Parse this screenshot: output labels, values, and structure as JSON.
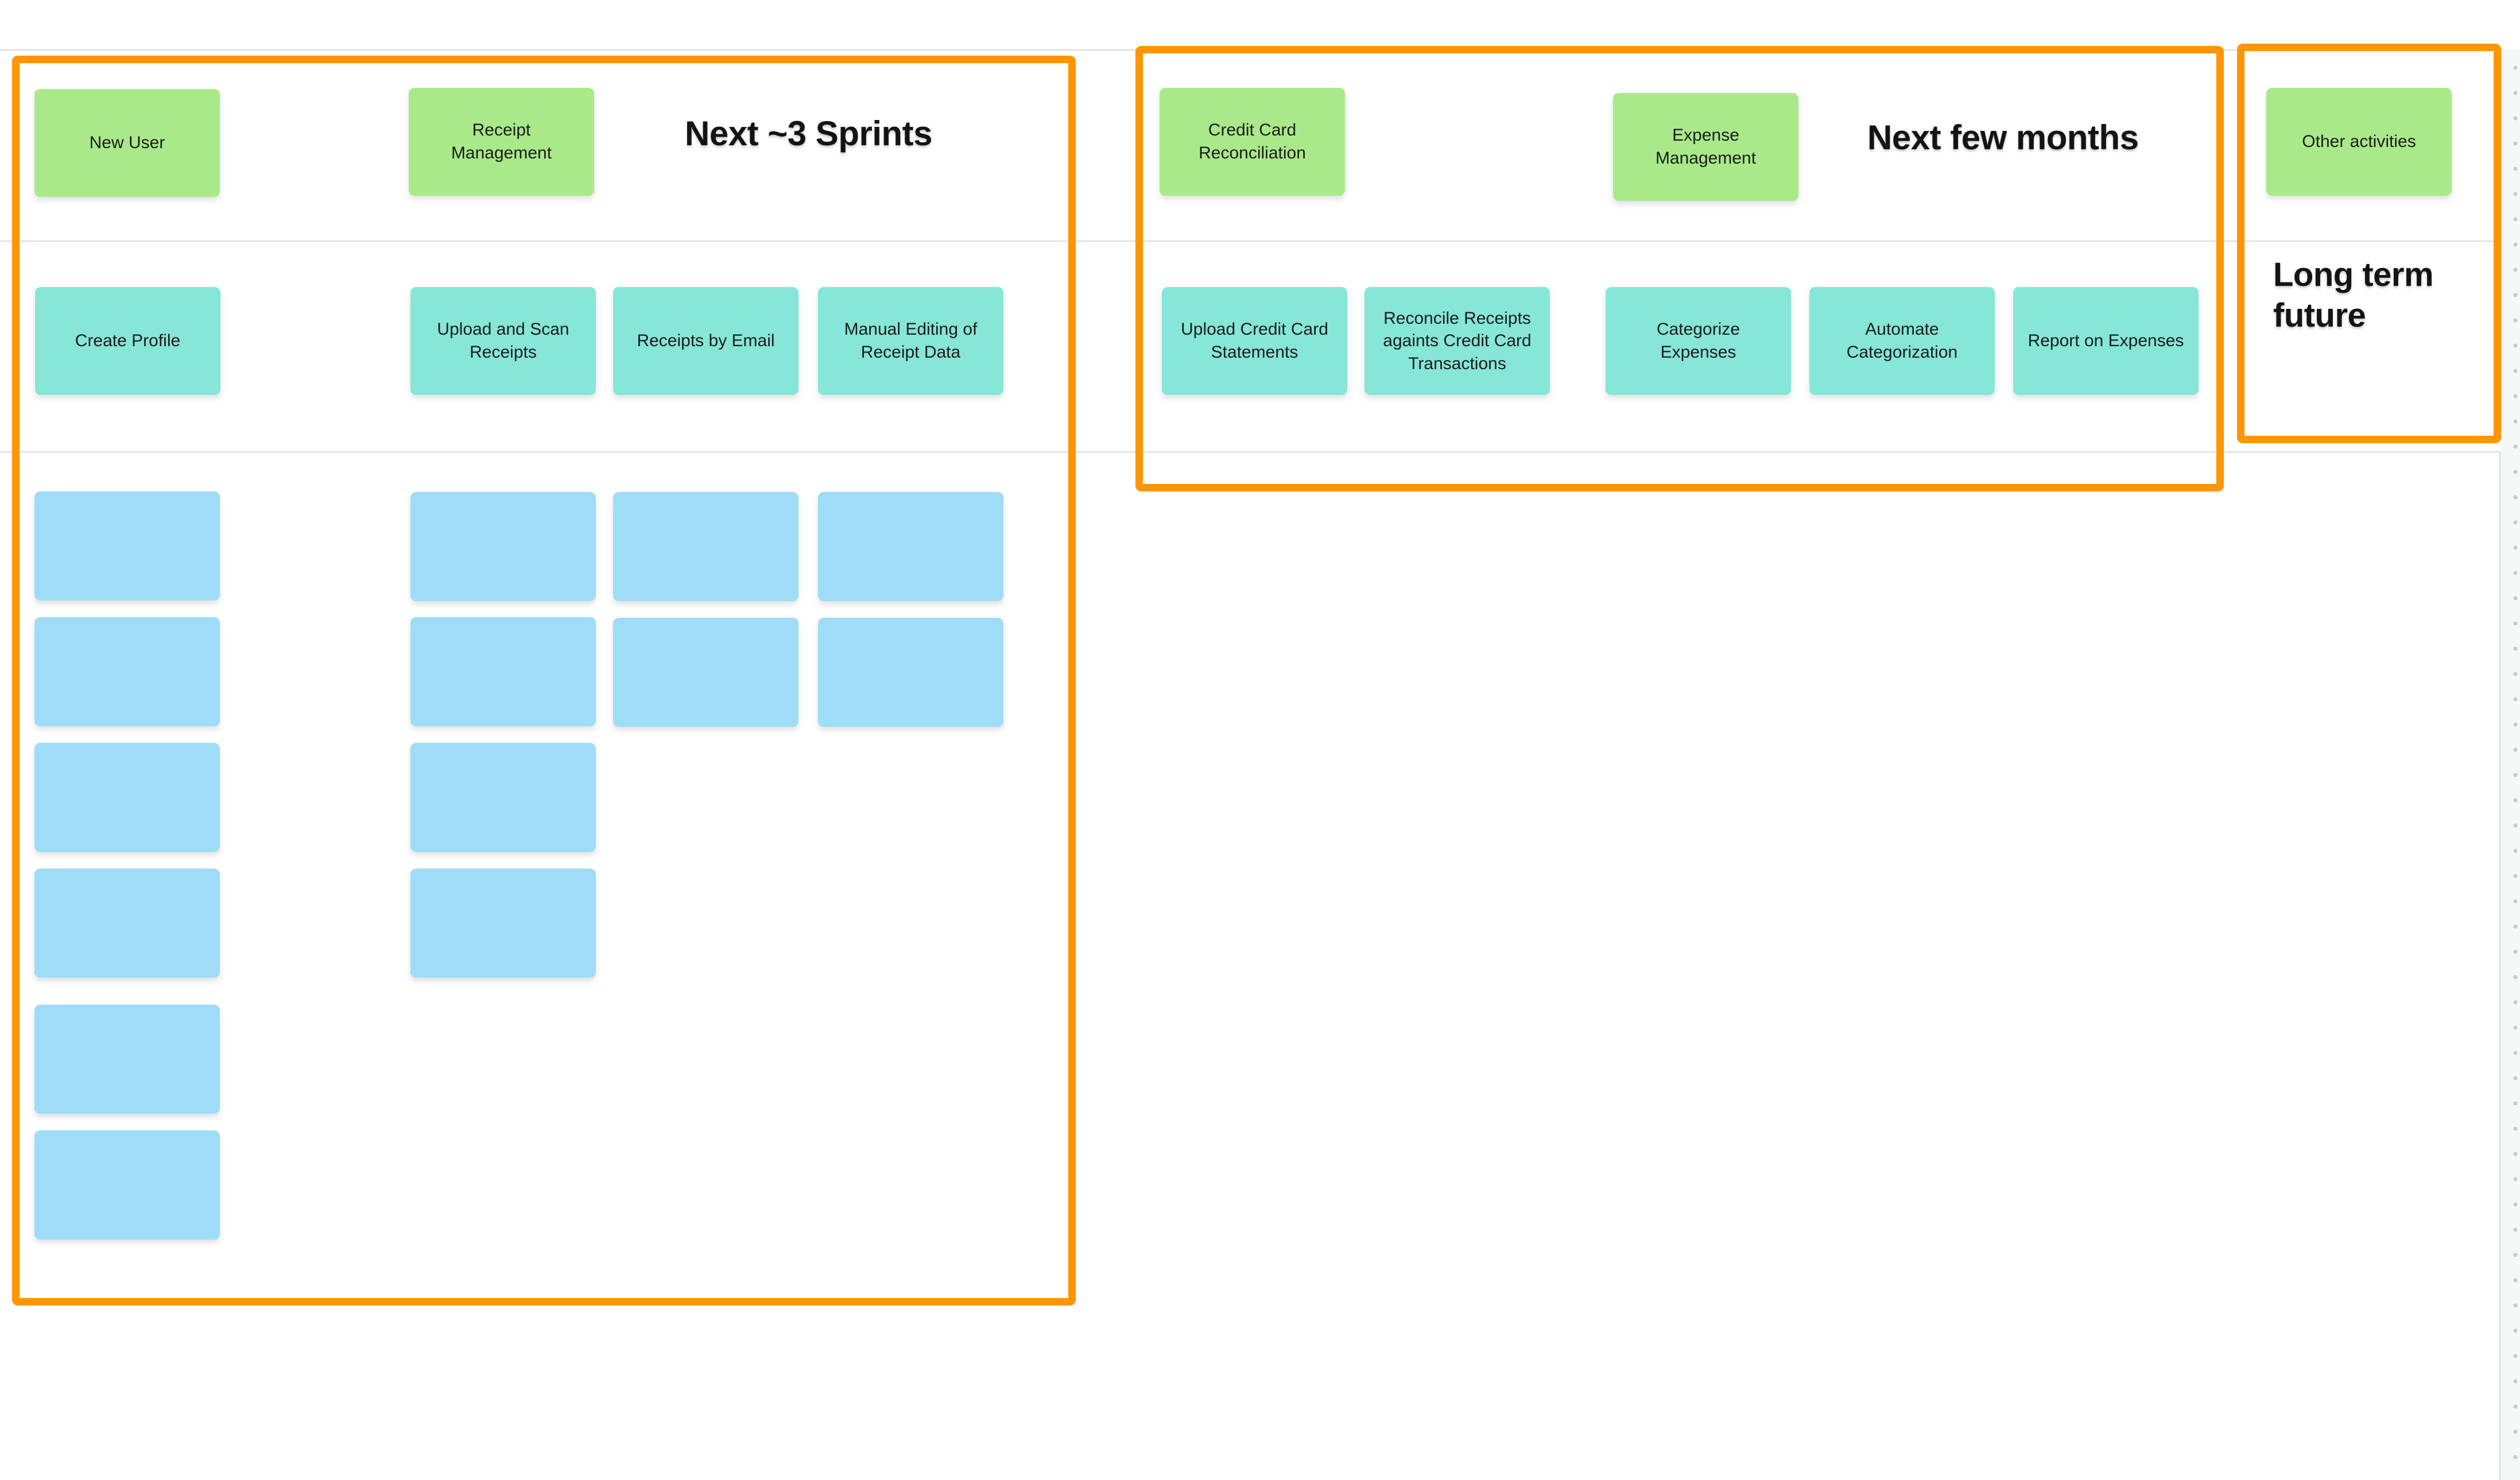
{
  "board": {
    "sections": [
      {
        "title": "Next ~3 Sprints"
      },
      {
        "title": "Next few months"
      },
      {
        "title": "Long term future"
      }
    ],
    "activities": [
      {
        "label": "New User"
      },
      {
        "label": "Receipt Management"
      },
      {
        "label": "Credit Card Reconciliation"
      },
      {
        "label": "Expense Management"
      },
      {
        "label": "Other activities"
      }
    ],
    "steps": [
      {
        "label": "Create Profile"
      },
      {
        "label": "Upload and Scan Receipts"
      },
      {
        "label": "Receipts by Email"
      },
      {
        "label": "Manual Editing of Receipt Data"
      },
      {
        "label": "Upload Credit Card Statements"
      },
      {
        "label": "Reconcile Receipts againts Credit Card Transactions"
      },
      {
        "label": "Categorize Expenses"
      },
      {
        "label": "Automate Categorization"
      },
      {
        "label": "Report on Expenses"
      }
    ],
    "blank_story_note_count": 14,
    "colors": {
      "activity_note": "#a9e98a",
      "step_note": "#86e6d7",
      "story_note": "#9fdcf8",
      "frame_border": "#ff9502",
      "grid_line": "#d8dadb"
    }
  }
}
